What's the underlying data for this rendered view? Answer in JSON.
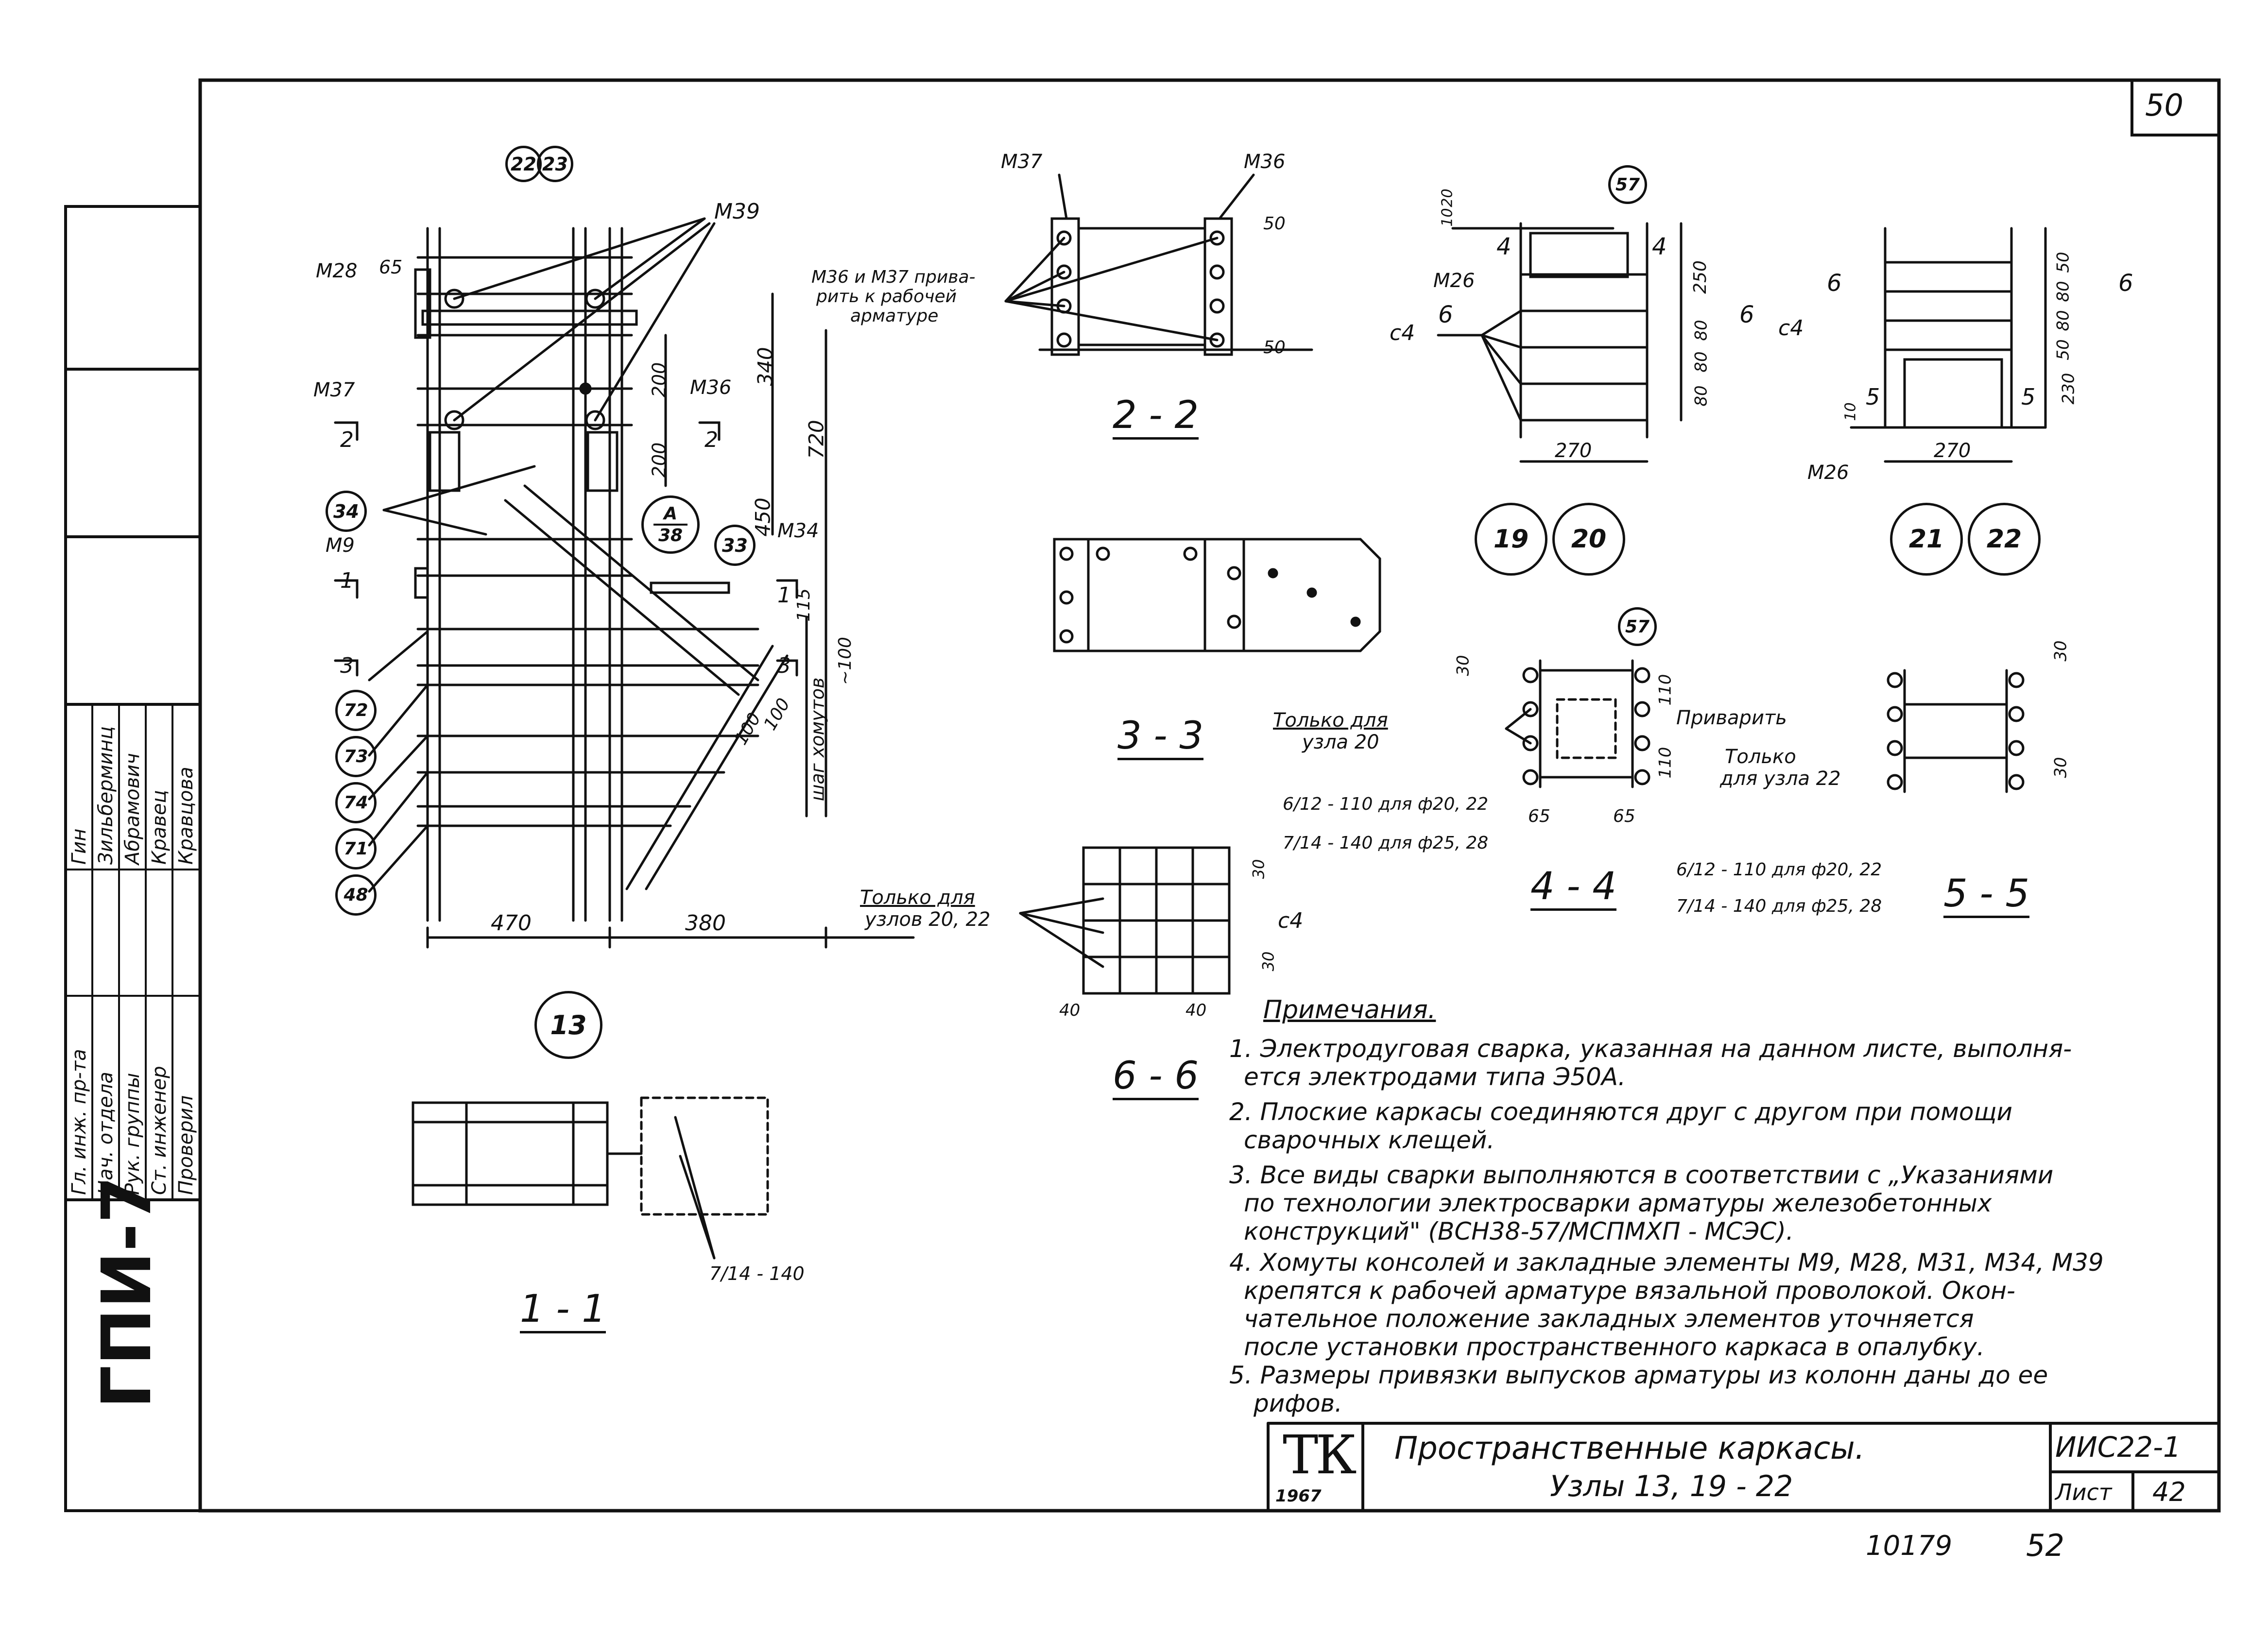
{
  "sheet": {
    "corner_number": "50",
    "series": "ГПИ-7",
    "bottom_left_number": "10179",
    "bottom_right_number": "52"
  },
  "signatures": {
    "roles": [
      "Гл. инж. пр-та",
      "Нач. отдела",
      "Рук. группы",
      "Ст. инженер",
      "Проверил"
    ],
    "names": [
      "Зильберминц",
      "Абрамович",
      "Кравец",
      "Кравцова"
    ],
    "extra": "Гин"
  },
  "title_block": {
    "logo_letters": "ТК",
    "year": "1967",
    "title_line1": "Пространственные каркасы.",
    "title_line2": "Узлы 13, 19 - 22",
    "code": "ИИС22-1",
    "sheet_label": "Лист",
    "sheet_number": "42"
  },
  "sections": {
    "s22": "2 - 2",
    "s33": "3 - 3",
    "s44": "4 - 4",
    "s55": "5 - 5",
    "s66": "6 - 6",
    "s11": "1 - 1"
  },
  "node13": {
    "bubbles": [
      "22",
      "23",
      "34",
      "33",
      "72",
      "73",
      "74",
      "71",
      "48",
      "13"
    ],
    "ref_bubble_top": "А",
    "ref_bubble_bottom": "38",
    "marks": [
      "М39",
      "М28",
      "М37",
      "М36",
      "М9",
      "М34"
    ],
    "dims": [
      "65",
      "200",
      "340",
      "720",
      "200",
      "450",
      "115",
      "100",
      "100",
      "470",
      "380"
    ],
    "step_note": "шаг хомутов",
    "step_value": "~100",
    "cut_marks": [
      "2",
      "2",
      "1",
      "1",
      "3",
      "3"
    ]
  },
  "view22": {
    "marks": [
      "М37",
      "М36"
    ],
    "note": [
      "М36 и М37 прива-",
      "рить к рабочей",
      "арматуре"
    ],
    "dims": [
      "50",
      "50"
    ]
  },
  "node1920": {
    "bubble": "57",
    "labels": [
      "М26",
      "с4",
      "6",
      "6",
      "4",
      "4"
    ],
    "dims_right": [
      "250",
      "80",
      "80",
      "80"
    ],
    "dims_left": [
      "10",
      "20"
    ],
    "bottom_dim": "270",
    "bubbles": [
      "19",
      "20"
    ]
  },
  "node2122": {
    "labels": [
      "6",
      "с4",
      "6",
      "5",
      "5",
      "10",
      "М26"
    ],
    "dims_right": [
      "50",
      "80",
      "80",
      "230",
      "50"
    ],
    "bottom_dim": "270",
    "bubbles": [
      "21",
      "22"
    ]
  },
  "view44": {
    "bubble": "57",
    "only20": [
      "Только для",
      "узла 20"
    ],
    "weld": "Приварить",
    "only22": [
      "Только",
      "для узла 22"
    ],
    "dims": [
      "30",
      "110",
      "110",
      "65",
      "65"
    ],
    "rebar1": "6/12 - 110 для ф20, 22",
    "rebar2": "7/14 - 140 для ф25, 28"
  },
  "view55": {
    "dims": [
      "30",
      "30"
    ],
    "rebar1": "6/12 - 110 для ф20, 22",
    "rebar2": "7/14 - 140 для ф25, 28"
  },
  "view66": {
    "only": [
      "Только для",
      "узлов 20, 22"
    ],
    "labels": [
      "с4",
      "30",
      "30",
      "40",
      "40"
    ]
  },
  "view11": {
    "rebar": "7/14 - 140"
  },
  "notes": {
    "heading": "Примечания.",
    "lines": [
      "1. Электродуговая сварка, указанная на данном листе, выполня-",
      "ется электродами типа Э50А.",
      "2. Плоские каркасы соединяются друг с другом при помощи",
      "сварочных клещей.",
      "3. Все виды сварки выполняются в соответствии с „Указаниями",
      "по технологии электросварки арматуры железобетонных",
      "конструкций\" (ВСН38-57/МСПМХП - МСЭС).",
      "4. Хомуты консолей и закладные элементы М9, М28, М31, М34, М39",
      "крепятся к рабочей арматуре вязальной проволокой. Окон-",
      "чательное положение закладных элементов уточняется",
      "после установки пространственного каркаса в опалубку.",
      "5. Размеры привязки выпусков арматуры из колонн даны до ее",
      "рифов."
    ]
  }
}
